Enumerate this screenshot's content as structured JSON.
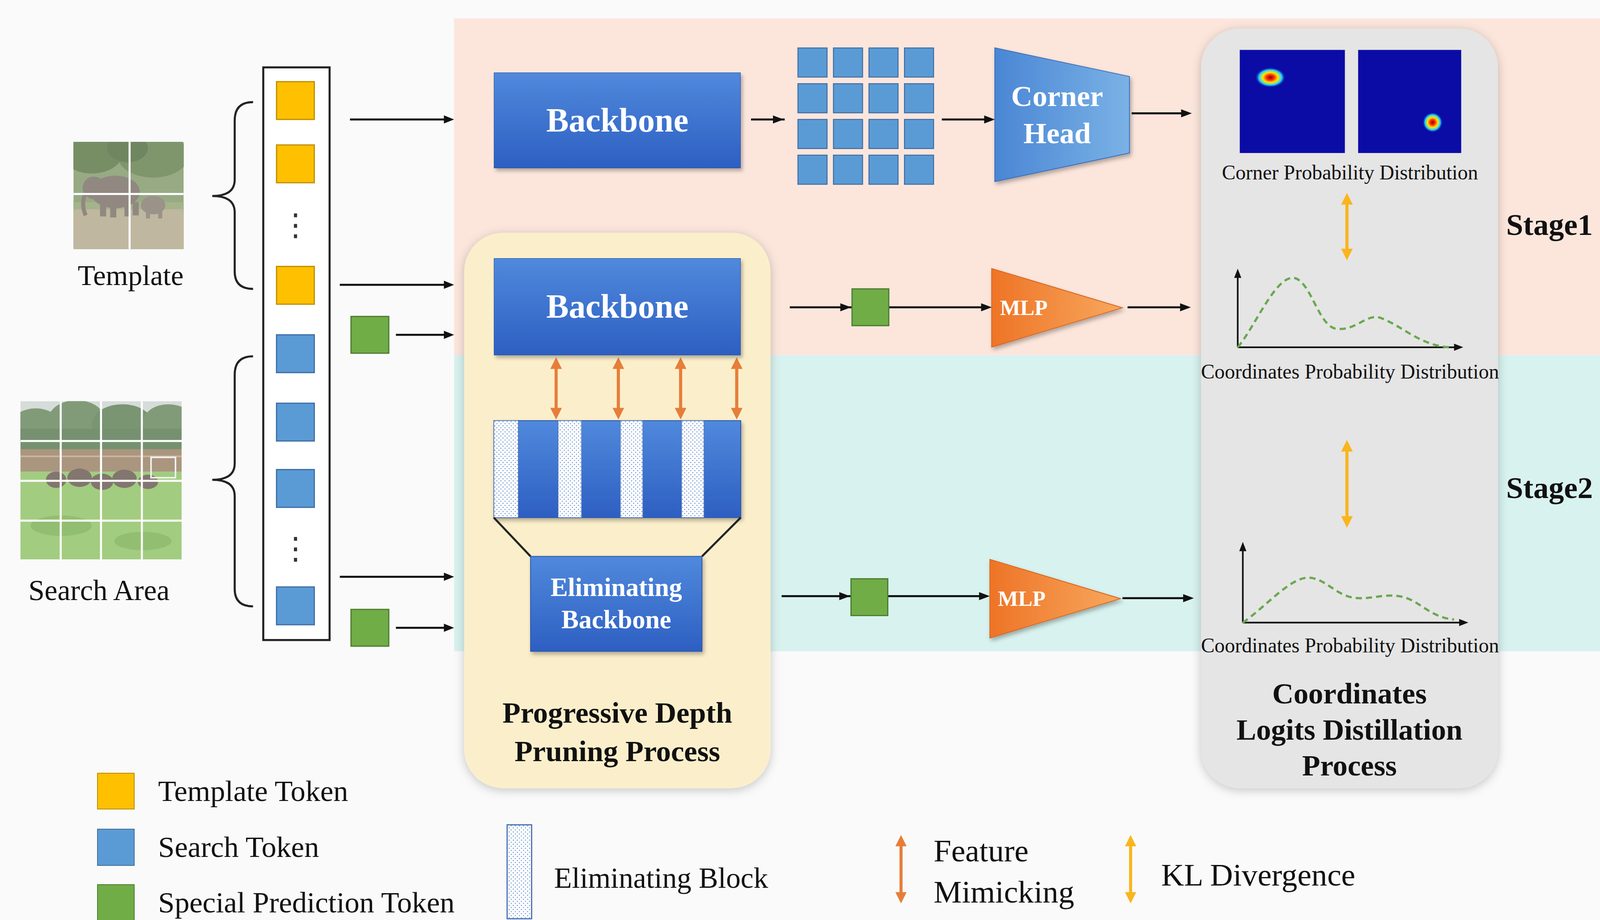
{
  "diagram": {
    "nodes": [
      {
        "text": [
          "Backbone"
        ]
      },
      {
        "text": [
          "Corner Head"
        ]
      },
      {
        "text": [
          "Progressive Depth Pruning Process"
        ]
      },
      {
        "text": [
          "Backbone"
        ],
        "in": 2
      },
      {
        "text": [
          "Eliminating Backbone"
        ],
        "in": 2
      },
      {
        "text": [
          "MLP"
        ]
      },
      {
        "text": [
          "MLP"
        ]
      },
      {
        "text": [
          "Coordinates Logits Distillation Process"
        ]
      },
      {
        "text": [
          "Corner Probability Distribution"
        ],
        "in": 7
      },
      {
        "text": [
          "Coordinates Probability Distribution"
        ],
        "in": 7
      },
      {
        "text": [
          "Coordinates Probability Distribution"
        ],
        "in": 7
      }
    ],
    "edges": [
      {
        "from": 0,
        "to": 1,
        "arrow": "to"
      },
      {
        "from": 1,
        "to": 8,
        "arrow": "to"
      },
      {
        "from": 3,
        "to": 5,
        "arrow": "to"
      },
      {
        "from": 5,
        "to": 9,
        "arrow": "to"
      },
      {
        "from": 4,
        "to": 6,
        "arrow": "to"
      },
      {
        "from": 6,
        "to": 10,
        "arrow": "to"
      },
      {
        "from": 3,
        "to": 4,
        "arrow": "both"
      },
      {
        "from": 3,
        "to": 4,
        "arrow": "both"
      },
      {
        "from": 3,
        "to": 4,
        "arrow": "both"
      },
      {
        "from": 3,
        "to": 4,
        "arrow": "both"
      },
      {
        "from": 8,
        "to": 9,
        "arrow": "both"
      },
      {
        "from": 9,
        "to": 10,
        "arrow": "both"
      }
    ],
    "labels": [
      "⋮",
      "Template",
      "⋮",
      "Search Area",
      "Stage1",
      "Stage2"
    ],
    "legend": [
      {
        "text": "Template Token",
        "color": "#FFC000"
      },
      {
        "text": "Search Token",
        "color": "#5B9BD5"
      },
      {
        "text": "Special Prediction Token",
        "color": "#70AD47"
      },
      {
        "text": "Eliminating Block"
      },
      {
        "text": "Feature Mimicking"
      },
      {
        "text": "KL Divergence"
      }
    ]
  }
}
